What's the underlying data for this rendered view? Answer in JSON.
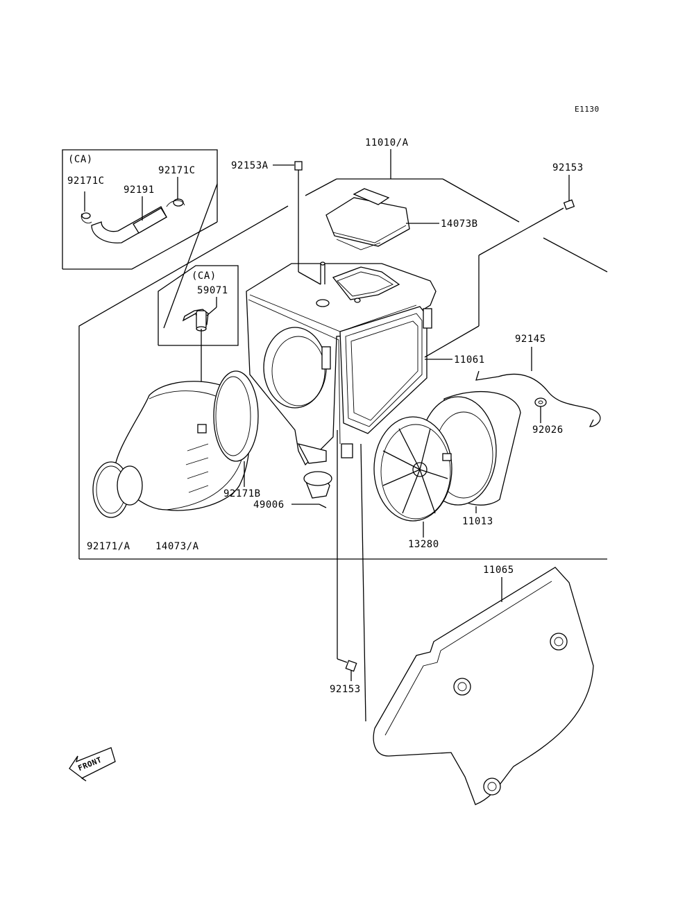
{
  "diagram_code": "E1130",
  "variant_tag_1": "(CA)",
  "variant_tag_2": "(CA)",
  "front_label": "FRONT",
  "labels": {
    "p11010A": "11010/A",
    "p92153A": "92153A",
    "p92153_top": "92153",
    "p14073B": "14073B",
    "p92171C_left": "92171C",
    "p92171C_right": "92171C",
    "p92191": "92191",
    "p59071": "59071",
    "p11061": "11061",
    "p92145": "92145",
    "p92026": "92026",
    "p92171B": "92171B",
    "p49006": "49006",
    "p11013": "11013",
    "p13280": "13280",
    "p92171A": "92171/A",
    "p14073A": "14073/A",
    "p11065": "11065",
    "p92153_bottom": "92153"
  }
}
